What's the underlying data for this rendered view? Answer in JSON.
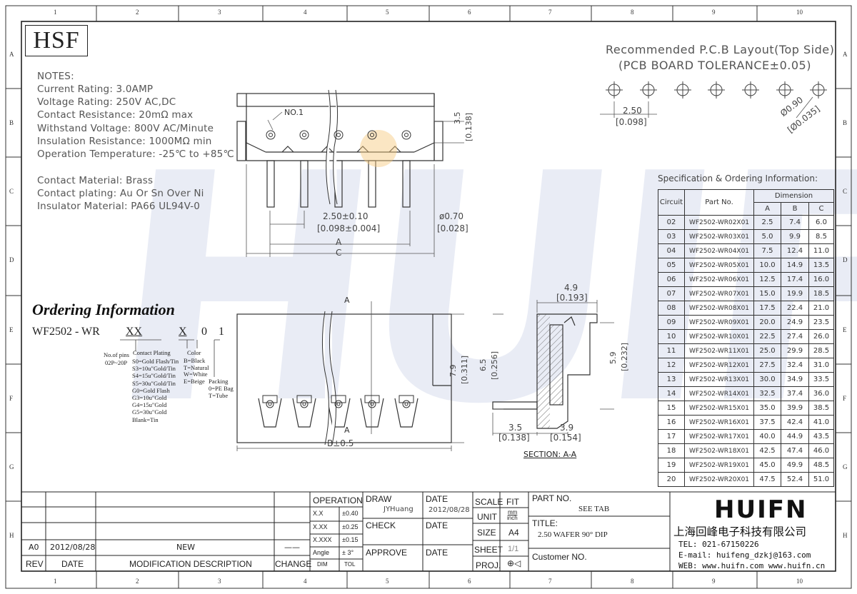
{
  "logo": "HSF",
  "zones": {
    "columns": [
      "1",
      "2",
      "3",
      "4",
      "5",
      "6",
      "7",
      "8",
      "9",
      "10"
    ],
    "rows": [
      "A",
      "B",
      "C",
      "D",
      "E",
      "F",
      "G",
      "H"
    ]
  },
  "notes": {
    "heading": "NOTES:",
    "lines": [
      "Current Rating: 3.0AMP",
      "Voltage Rating: 250V AC,DC",
      "Contact Resistance: 20mΩ max",
      "Withstand Voltage: 800V AC/Minute",
      "Insulation Resistance: 1000MΩ min",
      "Operation Temperature: -25℃ to +85℃"
    ],
    "material_lines": [
      "Contact Material: Brass",
      "Contact plating: Au Or Sn Over Ni",
      "Insulator Material: PA66 UL94V-0"
    ]
  },
  "pcb_layout": {
    "title": "Recommended P.C.B Layout(Top Side)",
    "subtitle": "(PCB BOARD TOLERANCE±0.05)",
    "pitch": "2.50",
    "pitch_inch": "[0.098]",
    "hole": "Ø0.90",
    "hole_inch": "[Ø0.035]"
  },
  "front_view": {
    "no1_label": "NO.1",
    "height": "3.5",
    "height_inch": "[0.138]",
    "pitch": "2.50±0.10",
    "pitch_inch": "[0.098±0.004]",
    "pin_dia": "ø0.70",
    "pin_dia_inch": "[0.028]",
    "dim_a": "A",
    "dim_c": "C"
  },
  "bottom_view": {
    "section_mark": "A",
    "height": "7.9",
    "height_inch": "[0.311]",
    "dim_b": "B±0.5"
  },
  "section_view": {
    "width": "4.9",
    "width_inch": "[0.193]",
    "h1": "6.5",
    "h1_inch": "[0.256]",
    "h2": "5.9",
    "h2_inch": "[0.232]",
    "d1": "3.5",
    "d1_inch": "[0.138]",
    "d2": "3.9",
    "d2_inch": "[0.154]",
    "label": "SECTION: A-A"
  },
  "ordering": {
    "title": "Ordering Information",
    "code_prefix": "WF2502 - WR",
    "code_xx": "XX",
    "code_x": "X",
    "code_0": "0",
    "code_1": "1",
    "pins_label": "No.of pins",
    "pins_range": "02P~20P",
    "plating_label": "Contact Plating",
    "plating_options": [
      "S0=Gold Flash/Tin",
      "S3=10u\"Gold/Tin",
      "S4=15u\"Gold/Tin",
      "S5=30u\"Gold/Tin",
      "G0=Gold Flash",
      "G3=10u\"Gold",
      "G4=15u\"Gold",
      "G5=30u\"Gold",
      "Blank=Tin"
    ],
    "color_label": "Color",
    "color_options": [
      "B=Black",
      "T=Natural",
      "W=White",
      "E=Beige"
    ],
    "packing_label": "Packing",
    "packing_options": [
      "0=PE Bag",
      "T=Tube"
    ]
  },
  "spec_table": {
    "title": "Specification & Ordering Information:",
    "headers": {
      "circuit": "Circuit",
      "part": "Part No.",
      "dimension": "Dimension",
      "a": "A",
      "b": "B",
      "c": "C"
    },
    "rows": [
      [
        "02",
        "WF2502-WR02X01",
        "2.5",
        "7.4",
        "6.0"
      ],
      [
        "03",
        "WF2502-WR03X01",
        "5.0",
        "9.9",
        "8.5"
      ],
      [
        "04",
        "WF2502-WR04X01",
        "7.5",
        "12.4",
        "11.0"
      ],
      [
        "05",
        "WF2502-WR05X01",
        "10.0",
        "14.9",
        "13.5"
      ],
      [
        "06",
        "WF2502-WR06X01",
        "12.5",
        "17.4",
        "16.0"
      ],
      [
        "07",
        "WF2502-WR07X01",
        "15.0",
        "19.9",
        "18.5"
      ],
      [
        "08",
        "WF2502-WR08X01",
        "17.5",
        "22.4",
        "21.0"
      ],
      [
        "09",
        "WF2502-WR09X01",
        "20.0",
        "24.9",
        "23.5"
      ],
      [
        "10",
        "WF2502-WR10X01",
        "22.5",
        "27.4",
        "26.0"
      ],
      [
        "11",
        "WF2502-WR11X01",
        "25.0",
        "29.9",
        "28.5"
      ],
      [
        "12",
        "WF2502-WR12X01",
        "27.5",
        "32.4",
        "31.0"
      ],
      [
        "13",
        "WF2502-WR13X01",
        "30.0",
        "34.9",
        "33.5"
      ],
      [
        "14",
        "WF2502-WR14X01",
        "32.5",
        "37.4",
        "36.0"
      ],
      [
        "15",
        "WF2502-WR15X01",
        "35.0",
        "39.9",
        "38.5"
      ],
      [
        "16",
        "WF2502-WR16X01",
        "37.5",
        "42.4",
        "41.0"
      ],
      [
        "17",
        "WF2502-WR17X01",
        "40.0",
        "44.9",
        "43.5"
      ],
      [
        "18",
        "WF2502-WR18X01",
        "42.5",
        "47.4",
        "46.0"
      ],
      [
        "19",
        "WF2502-WR19X01",
        "45.0",
        "49.9",
        "48.5"
      ],
      [
        "20",
        "WF2502-WR20X01",
        "47.5",
        "52.4",
        "51.0"
      ]
    ]
  },
  "title_block": {
    "rev_row": {
      "rev": "A0",
      "date": "2012/08/28",
      "description": "NEW",
      "change": "——"
    },
    "headers": {
      "rev": "REV",
      "date": "DATE",
      "description": "MODIFICATION DESCRIPTION",
      "change": "CHANGE"
    },
    "operation": "OPERATION",
    "tolerances": [
      [
        "X.X",
        "±0.40"
      ],
      [
        "X.XX",
        "±0.25"
      ],
      [
        "X.XXX",
        "±0.15"
      ],
      [
        "Angle",
        "± 3°"
      ]
    ],
    "dim_label": "DIM",
    "tol_label": "TOL",
    "draw_label": "DRAW",
    "drawer": "JYHuang",
    "date_label": "DATE",
    "draw_date": "2012/08/28",
    "check_label": "CHECK",
    "approve_label": "APPROVE",
    "scale_label": "SCALE",
    "scale_value": "FIT",
    "unit_label": "UNIT",
    "unit_value_top": "mm",
    "unit_value_bottom": "inch",
    "size_label": "SIZE",
    "size_value": "A4",
    "sheet_label": "SHEET",
    "sheet_value": "1/1",
    "proj_label": "PROJ.",
    "part_no_label": "PART NO.",
    "part_no_value": "SEE TAB",
    "title_label": "TITLE:",
    "title_value": "2.50 WAFER 90° DIP",
    "customer_label": "Customer NO."
  },
  "company": {
    "logo": "HUIFN",
    "name": "上海回峰电子科技有限公司",
    "tel": "TEL: 021-67150226",
    "email": "E-mail: huifeng_dzkj@163.com",
    "web": "WEB: www.huifn.com  www.huifn.cn"
  },
  "watermark": "HUIFN",
  "colors": {
    "line": "#333333",
    "text": "#222222",
    "watermark": "#2846a0",
    "highlight": "#f6c77a"
  }
}
